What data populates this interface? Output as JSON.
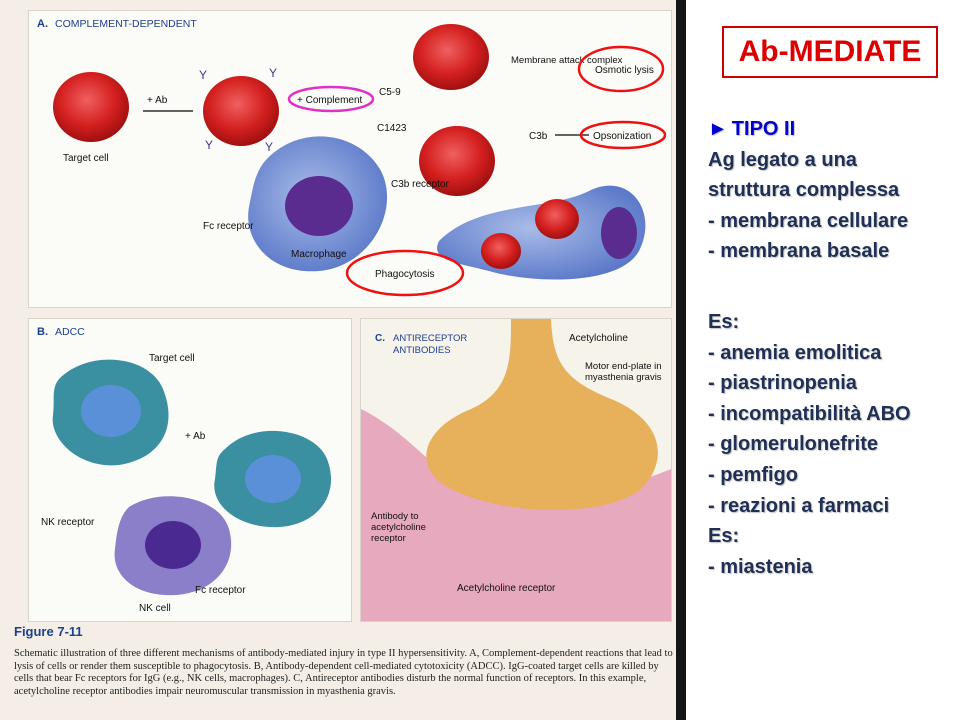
{
  "slide": {
    "title": "Ab-MEDIATE",
    "type_arrow": "►",
    "type_label": "TIPO II",
    "lines_top": [
      "Ag legato a una",
      "struttura complessa",
      "- membrana cellulare",
      "- membrana basale"
    ],
    "es_label_1": "Es:",
    "examples": [
      "- anemia emolitica",
      "- piastrinopenia",
      "- incompatibilità ABO",
      "- glomerulonefrite",
      "- pemfigo",
      "- reazioni a farmaci"
    ],
    "es_label_2": "Es:",
    "example_2": "- miastenia"
  },
  "figure": {
    "number": "Figure 7-11",
    "caption": "Schematic illustration of three different mechanisms of antibody-mediated injury in type II hypersensitivity. A, Complement-dependent reactions that lead to lysis of cells or render them susceptible to phagocytosis. B, Antibody-dependent cell-mediated cytotoxicity (ADCC). IgG-coated target cells are killed by cells that bear Fc receptors for IgG (e.g., NK cells, macrophages). C, Antireceptor antibodies disturb the normal function of receptors. In this example, acetylcholine receptor antibodies impair neuromuscular transmission in myasthenia gravis.",
    "panel_a": {
      "letter": "A.",
      "title": "COMPLEMENT-DEPENDENT",
      "labels": {
        "target_cell": "Target cell",
        "plus_ab": "+ Ab",
        "plus_complement": "+ Complement",
        "c5_9": "C5-9",
        "c1423": "C1423",
        "mac": "Membrane attack complex",
        "osmotic_lysis": "Osmotic lysis",
        "c3b": "C3b",
        "opsonization": "Opsonization",
        "c3b_receptor": "C3b receptor",
        "fc_receptor": "Fc receptor",
        "macrophage": "Macrophage",
        "phagocytosis": "Phagocytosis"
      }
    },
    "panel_b": {
      "letter": "B.",
      "title": "ADCC",
      "labels": {
        "target_cell": "Target cell",
        "plus_ab": "+ Ab",
        "nk_receptor": "NK receptor",
        "fc_receptor": "Fc receptor",
        "nk_cell": "NK cell"
      }
    },
    "panel_c": {
      "letter": "C.",
      "title_line1": "ANTIRECEPTOR",
      "title_line2": "ANTIBODIES",
      "labels": {
        "acetylcholine": "Acetylcholine",
        "motor_endplate_1": "Motor end-plate in",
        "motor_endplate_2": "myasthenia gravis",
        "antibody_1": "Antibody to",
        "antibody_2": "acetylcholine",
        "antibody_3": "receptor",
        "ach_receptor": "Acetylcholine receptor"
      }
    }
  },
  "colors": {
    "title_red": "#dd0000",
    "type_blue": "#0000cc",
    "text_navy": "#1f2f55",
    "rbc_red": "#d42020",
    "macrophage_blue": "#5a78c8",
    "target_teal": "#3a8fa0",
    "nk_purple": "#8a7fc8",
    "nerve_tan": "#e7b05a",
    "muscle_pink": "#e7a9be",
    "highlight_ring": "#ee1111",
    "complement_ring": "#e030c8"
  }
}
